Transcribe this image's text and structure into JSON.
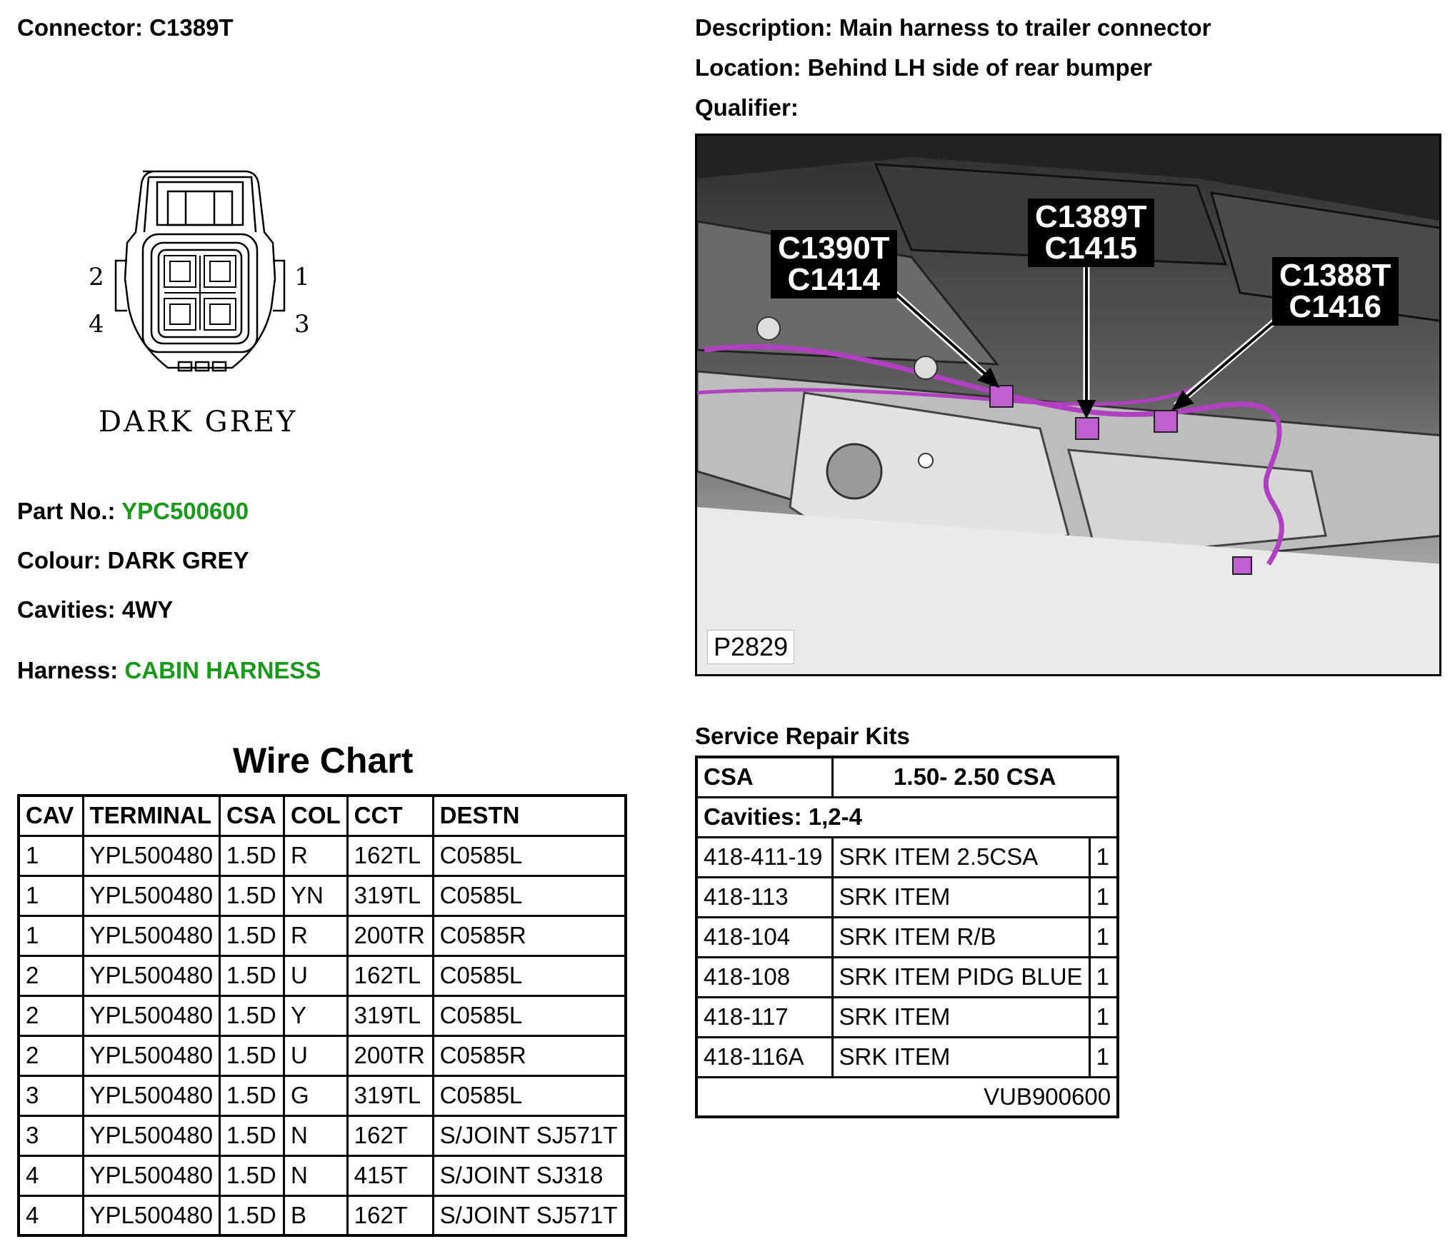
{
  "connector": {
    "label": "Connector:",
    "value": "C1389T",
    "pins": [
      "1",
      "2",
      "3",
      "4"
    ],
    "colour_caption": "DARK GREY"
  },
  "description": {
    "label": "Description:",
    "value": "Main harness to trailer connector"
  },
  "location": {
    "label": "Location:",
    "value": "Behind LH side of rear bumper"
  },
  "qualifier": {
    "label": "Qualifier:"
  },
  "part_no": {
    "label": "Part No.:",
    "value": "YPC500600"
  },
  "colour": {
    "label": "Colour:",
    "value": "DARK GREY"
  },
  "cavities": {
    "label": "Cavities:",
    "value": "4WY"
  },
  "harness": {
    "label": "Harness:",
    "value": "CABIN HARNESS"
  },
  "photo": {
    "callouts": [
      {
        "line1": "C1390T",
        "line2": "C1414"
      },
      {
        "line1": "C1389T",
        "line2": "C1415"
      },
      {
        "line1": "C1388T",
        "line2": "C1416"
      }
    ],
    "reference": "P2829"
  },
  "wire_chart": {
    "title": "Wire Chart",
    "headers": [
      "CAV",
      "TERMINAL",
      "CSA",
      "COL",
      "CCT",
      "DESTN"
    ],
    "rows": [
      [
        "1",
        "YPL500480",
        "1.5D",
        "R",
        "162TL",
        "C0585L"
      ],
      [
        "1",
        "YPL500480",
        "1.5D",
        "YN",
        "319TL",
        "C0585L"
      ],
      [
        "1",
        "YPL500480",
        "1.5D",
        "R",
        "200TR",
        "C0585R"
      ],
      [
        "2",
        "YPL500480",
        "1.5D",
        "U",
        "162TL",
        "C0585L"
      ],
      [
        "2",
        "YPL500480",
        "1.5D",
        "Y",
        "319TL",
        "C0585L"
      ],
      [
        "2",
        "YPL500480",
        "1.5D",
        "U",
        "200TR",
        "C0585R"
      ],
      [
        "3",
        "YPL500480",
        "1.5D",
        "G",
        "319TL",
        "C0585L"
      ],
      [
        "3",
        "YPL500480",
        "1.5D",
        "N",
        "162T",
        "S/JOINT SJ571T"
      ],
      [
        "4",
        "YPL500480",
        "1.5D",
        "N",
        "415T",
        "S/JOINT SJ318"
      ],
      [
        "4",
        "YPL500480",
        "1.5D",
        "B",
        "162T",
        "S/JOINT SJ571T"
      ]
    ]
  },
  "service_repair_kits": {
    "title": "Service Repair Kits",
    "csa_label": "CSA",
    "csa_value": "1.50- 2.50 CSA",
    "cavities": "Cavities: 1,2-4",
    "items": [
      [
        "418-411-19",
        "SRK ITEM 2.5CSA",
        "1"
      ],
      [
        "418-113",
        "SRK ITEM",
        "1"
      ],
      [
        "418-104",
        "SRK ITEM R/B",
        "1"
      ],
      [
        "418-108",
        "SRK ITEM PIDG BLUE",
        "1"
      ],
      [
        "418-117",
        "SRK ITEM",
        "1"
      ],
      [
        "418-116A",
        "SRK ITEM",
        "1"
      ]
    ],
    "footer": "VUB900600"
  },
  "colors": {
    "highlight_green": "#1a9a1a",
    "harness_purple": "#b040c0"
  }
}
